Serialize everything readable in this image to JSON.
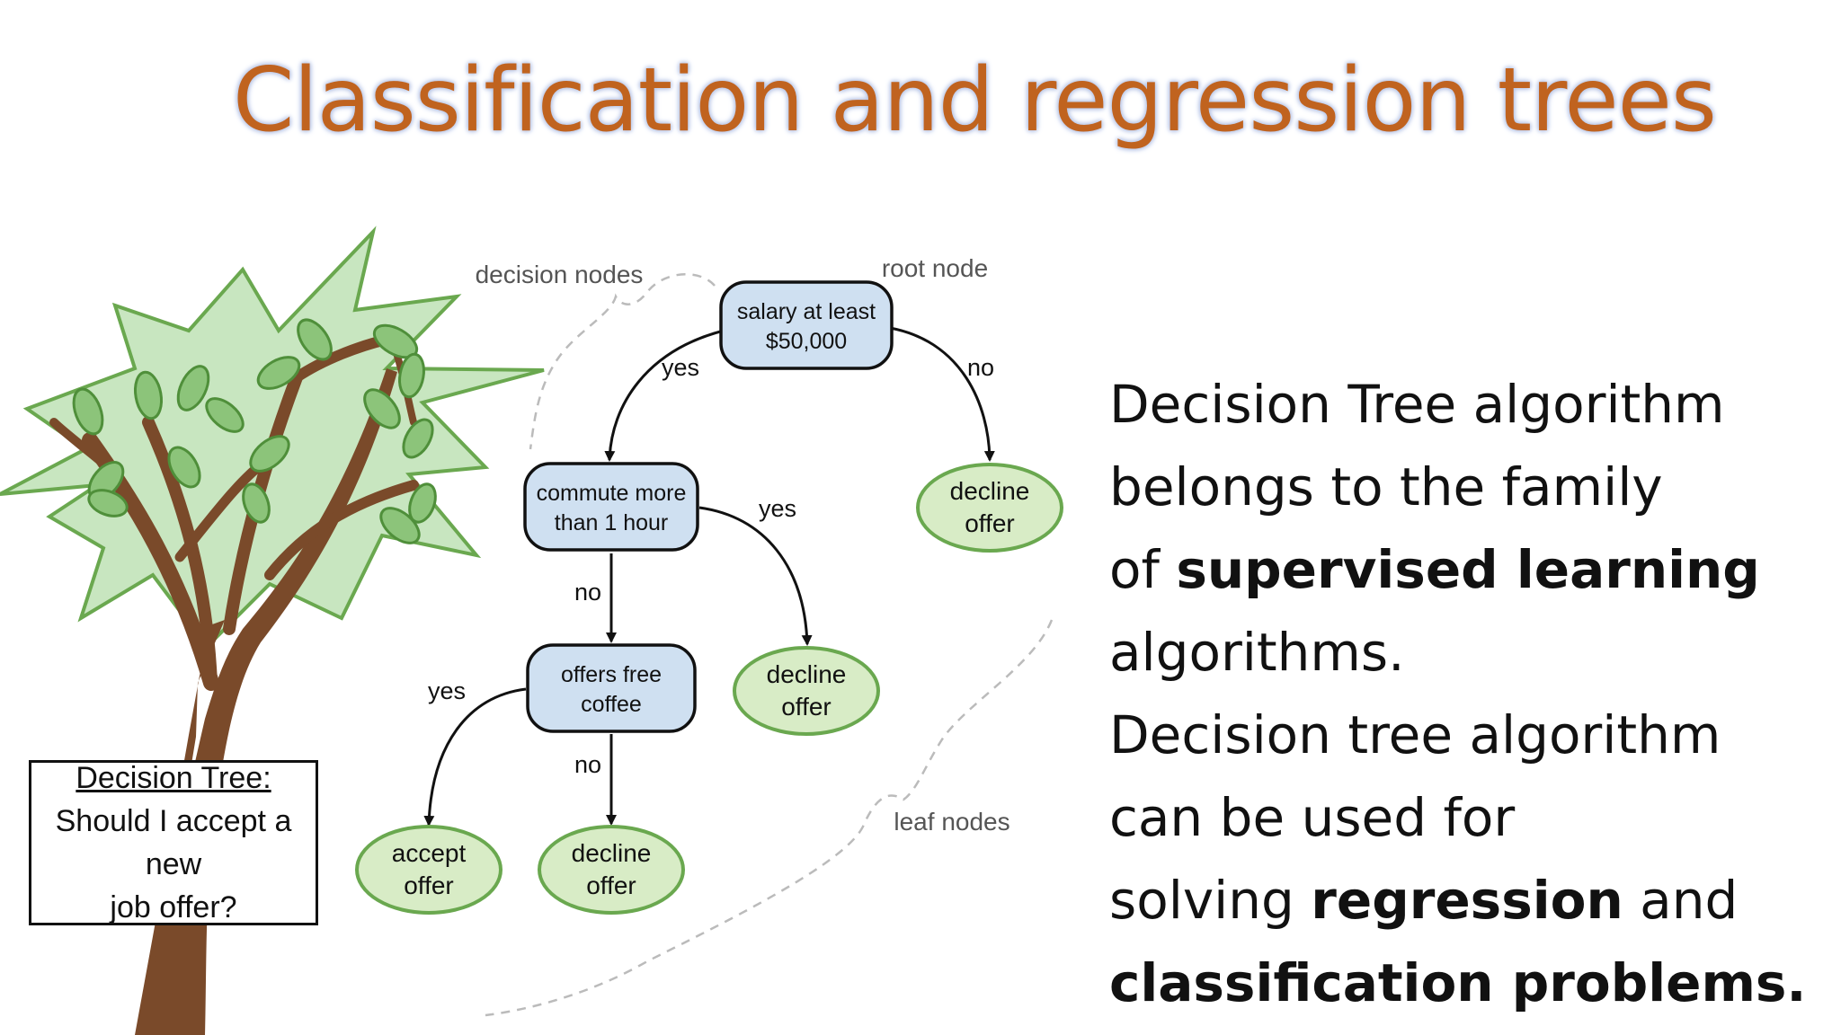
{
  "title": "Classification and regression trees",
  "diagram": {
    "annotations": {
      "decision_nodes": "decision nodes",
      "root_node": "root node",
      "leaf_nodes": "leaf nodes"
    },
    "nodes": {
      "root": {
        "line1": "salary at least",
        "line2": "$50,000"
      },
      "commute": {
        "line1": "commute more",
        "line2": "than 1 hour"
      },
      "coffee": {
        "line1": "offers free",
        "line2": "coffee"
      },
      "leaf_decline_1": {
        "line1": "decline",
        "line2": "offer"
      },
      "leaf_decline_2": {
        "line1": "decline",
        "line2": "offer"
      },
      "leaf_accept": {
        "line1": "accept",
        "line2": "offer"
      },
      "leaf_decline_3": {
        "line1": "decline",
        "line2": "offer"
      }
    },
    "edges": {
      "root_yes": "yes",
      "root_no": "no",
      "commute_yes": "yes",
      "commute_no": "no",
      "coffee_yes": "yes",
      "coffee_no": "no"
    },
    "caption": {
      "title": "Decision Tree:",
      "line1": "Should I accept a new",
      "line2": "job offer?"
    }
  },
  "body": {
    "l1": "Decision Tree algorithm",
    "l2": "belongs to the family",
    "l3_pre": "of ",
    "l3_bold": "supervised learning",
    "l4": "algorithms.",
    "l5": "Decision tree algorithm",
    "l6": "can be used for",
    "l7_pre": "solving ",
    "l7_bold": "regression",
    "l7_post": " and",
    "l8_bold": "classification problems."
  },
  "colors": {
    "title": "#c0631f",
    "decision_fill": "#cfe0f1",
    "leaf_fill": "#d8ecc6",
    "leaf_stroke": "#6aa84f",
    "trunk": "#7a4a2a",
    "foliage": "#c8e6c0"
  }
}
